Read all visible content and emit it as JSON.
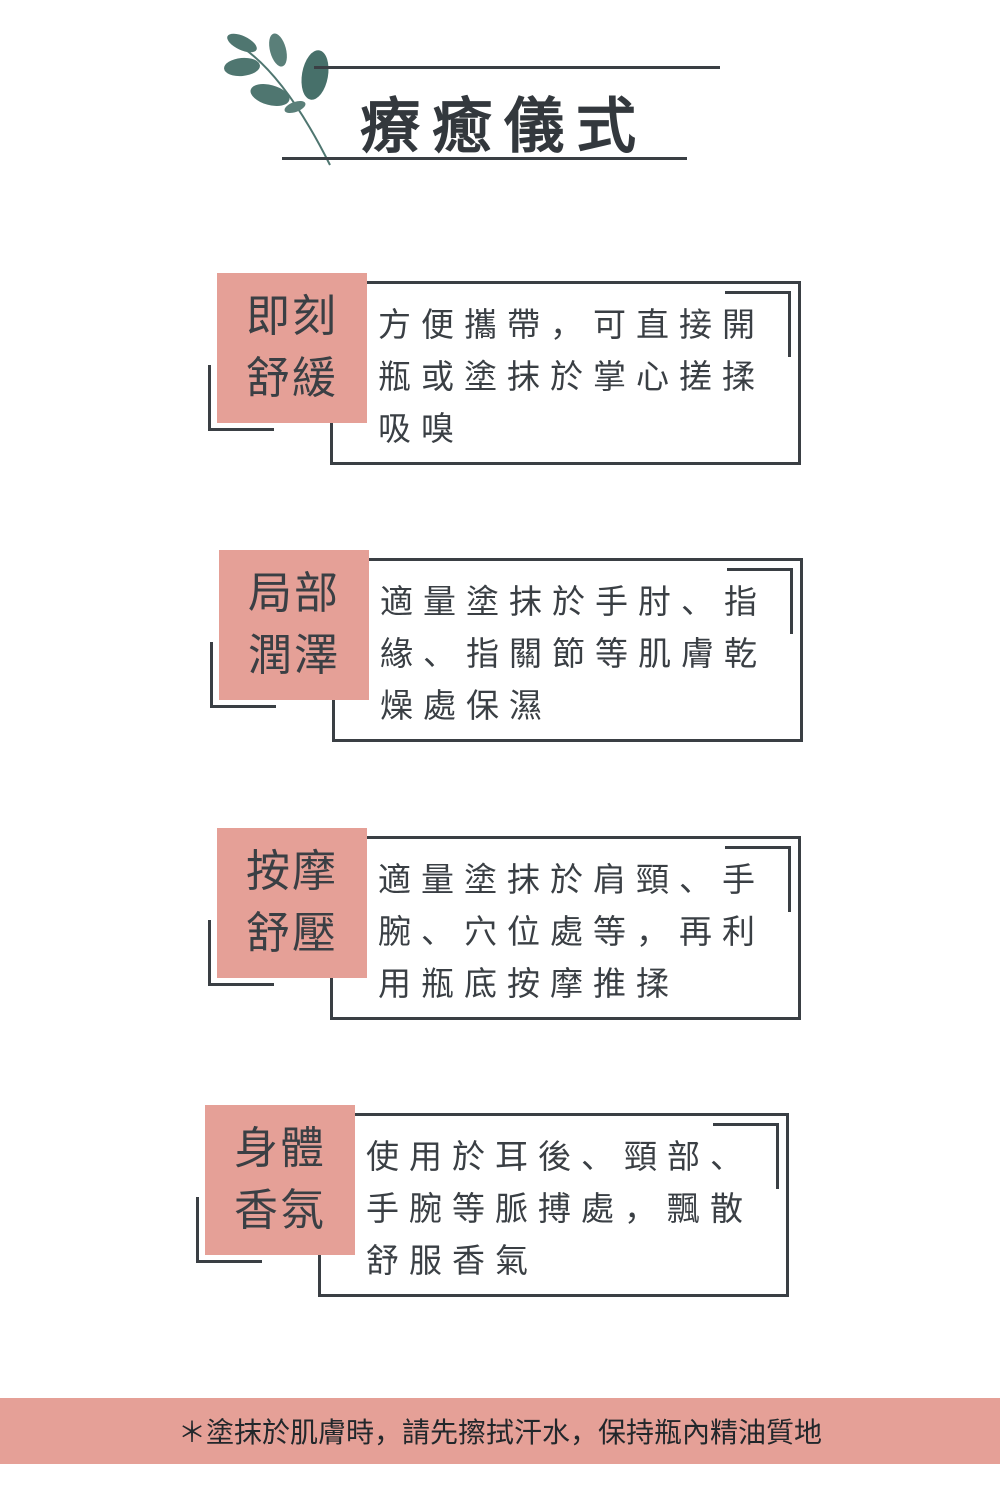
{
  "title": "療癒儀式",
  "colors": {
    "accent": "#e5a097",
    "ink": "#3a3f44",
    "leaf": "#4f7670"
  },
  "cards": [
    {
      "tag": [
        "即刻",
        "舒緩"
      ],
      "lines": [
        "方便攜帶，可直接開",
        "瓶或塗抹於掌心搓揉",
        "吸嗅"
      ]
    },
    {
      "tag": [
        "局部",
        "潤澤"
      ],
      "lines": [
        "適量塗抹於手肘、指",
        "緣、指關節等肌膚乾",
        "燥處保濕"
      ]
    },
    {
      "tag": [
        "按摩",
        "舒壓"
      ],
      "lines": [
        "適量塗抹於肩頸、手",
        "腕、穴位處等，再利",
        "用瓶底按摩推揉"
      ]
    },
    {
      "tag": [
        "身體",
        "香氛"
      ],
      "lines": [
        "使用於耳後、頸部、",
        "手腕等脈搏處，飄散",
        "舒服香氣"
      ]
    }
  ],
  "footer": "＊塗抹於肌膚時，請先擦拭汗水，保持瓶內精油質地"
}
